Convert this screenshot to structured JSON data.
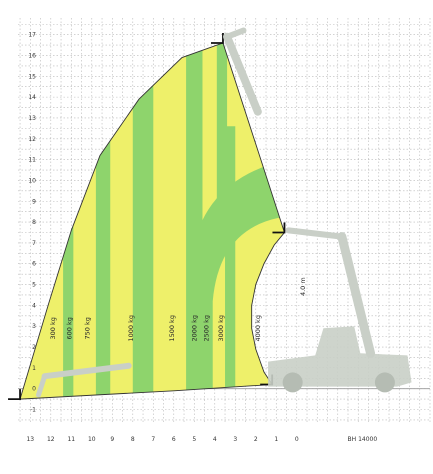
{
  "chart_data": {
    "type": "area",
    "title": "",
    "xlabel": "",
    "ylabel": "",
    "xlim": [
      -13.6,
      6.5
    ],
    "ylim": [
      -1.6,
      17.8
    ],
    "grid": true,
    "colors": {
      "yellow": "#eef06a",
      "green": "#8ed46c",
      "envelope": "#333333",
      "machine": "#c9cfc7",
      "grid": "#b8b8b8"
    },
    "x_ticks": [
      -13,
      -12,
      -11,
      -10,
      -9,
      -8,
      -7,
      -6,
      -5,
      -4,
      -3,
      -2,
      -1,
      0
    ],
    "x_tick_labels": [
      "13",
      "12",
      "11",
      "10",
      "9",
      "8",
      "7",
      "6",
      "5",
      "4",
      "3",
      "2",
      "1",
      "0"
    ],
    "y_ticks": [
      -1,
      0,
      1,
      2,
      3,
      4,
      5,
      6,
      7,
      8,
      9,
      10,
      11,
      12,
      13,
      14,
      15,
      16,
      17
    ],
    "y_tick_labels": [
      "-1",
      "0",
      "1",
      "2",
      "3",
      "4",
      "5",
      "6",
      "7",
      "8",
      "9",
      "10",
      "11",
      "12",
      "13",
      "14",
      "15",
      "16",
      "17"
    ],
    "model": "BH 14000",
    "envelope": [
      {
        "x": -13.5,
        "y": -0.5
      },
      {
        "x": -12.1,
        "y": 4.1
      },
      {
        "x": -11.0,
        "y": 7.6
      },
      {
        "x": -9.6,
        "y": 11.2
      },
      {
        "x": -7.7,
        "y": 13.9
      },
      {
        "x": -5.6,
        "y": 15.9
      },
      {
        "x": -3.6,
        "y": 16.6
      },
      {
        "x": -0.6,
        "y": 7.5
      },
      {
        "x": -1.1,
        "y": 6.9
      },
      {
        "x": -1.6,
        "y": 6.0
      },
      {
        "x": -2.0,
        "y": 5.0
      },
      {
        "x": -2.2,
        "y": 4.0
      },
      {
        "x": -2.2,
        "y": 2.9
      },
      {
        "x": -2.0,
        "y": 1.9
      },
      {
        "x": -1.6,
        "y": 0.8
      },
      {
        "x": -1.2,
        "y": 0.2
      },
      {
        "x": -6.0,
        "y": -0.1
      },
      {
        "x": -13.5,
        "y": -0.5
      }
    ],
    "bands": [
      {
        "color": "green",
        "x_from": -11.4,
        "x_to": -10.9
      },
      {
        "color": "green",
        "x_from": -9.8,
        "x_to": -9.1
      },
      {
        "color": "green",
        "x_from": -8.0,
        "x_to": -7.0
      },
      {
        "color": "green",
        "x_from": -5.4,
        "x_to": -4.6
      },
      {
        "color": "green",
        "x_from": -3.9,
        "x_to": -3.4
      }
    ],
    "capacity_labels": [
      {
        "text": "300 kg",
        "x": -11.8
      },
      {
        "text": "600 kg",
        "x": -11.0
      },
      {
        "text": "750 kg",
        "x": -10.1
      },
      {
        "text": "1000 kg",
        "x": -8.0
      },
      {
        "text": "1500 kg",
        "x": -6.0
      },
      {
        "text": "2000 kg",
        "x": -4.9
      },
      {
        "text": "2500 kg",
        "x": -4.3
      },
      {
        "text": "3000 kg",
        "x": -3.6
      },
      {
        "text": "4000 kg",
        "x": -1.8
      }
    ],
    "rotated_label": "4.0 m",
    "corner_markers": [
      {
        "x": -13.5,
        "y": -0.5
      },
      {
        "x": -3.6,
        "y": 16.6
      },
      {
        "x": -0.6,
        "y": 7.5
      },
      {
        "x": -1.2,
        "y": 0.2
      }
    ]
  }
}
